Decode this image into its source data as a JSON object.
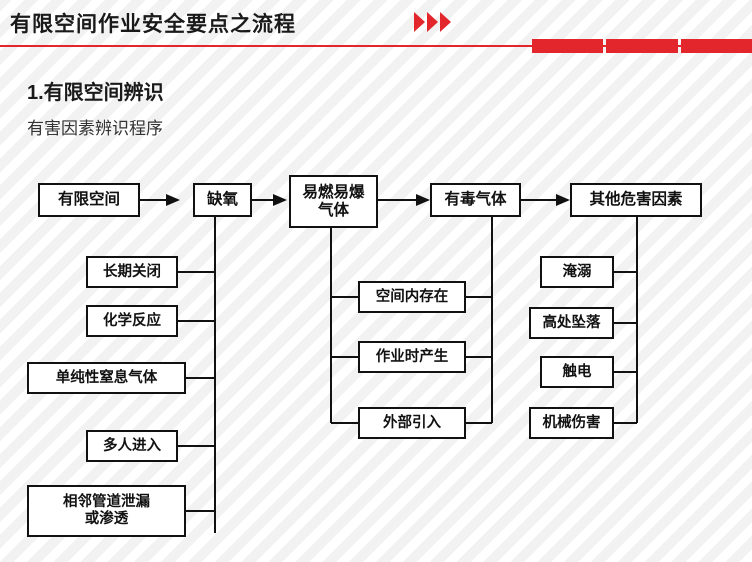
{
  "header": {
    "title": "有限空间作业安全要点之流程",
    "chevron_icon": "double-chevron-right-icon",
    "accent_color": "#e3262b"
  },
  "section": {
    "title": "1.有限空间辨识",
    "subtitle": "有害因素辨识程序"
  },
  "chart_data": {
    "type": "diagram",
    "title": "有害因素辨识程序",
    "nodes": [
      {
        "id": "n1",
        "label": "有限空间",
        "row": "top"
      },
      {
        "id": "n2",
        "label": "缺氧",
        "row": "top"
      },
      {
        "id": "n3",
        "label": "易燃易爆\n气体",
        "row": "top"
      },
      {
        "id": "n4",
        "label": "有毒气体",
        "row": "top"
      },
      {
        "id": "n5",
        "label": "其他危害因素",
        "row": "top"
      },
      {
        "id": "a1",
        "label": "长期关闭",
        "group": "缺氧"
      },
      {
        "id": "a2",
        "label": "化学反应",
        "group": "缺氧"
      },
      {
        "id": "a3",
        "label": "单纯性窒息气体",
        "group": "缺氧"
      },
      {
        "id": "a4",
        "label": "多人进入",
        "group": "缺氧"
      },
      {
        "id": "a5",
        "label": "相邻管道泄漏\n或渗透",
        "group": "缺氧"
      },
      {
        "id": "b1",
        "label": "空间内存在",
        "group": "易燃易爆气体"
      },
      {
        "id": "b2",
        "label": "作业时产生",
        "group": "易燃易爆气体"
      },
      {
        "id": "b3",
        "label": "外部引入",
        "group": "易燃易爆气体"
      },
      {
        "id": "c1",
        "label": "淹溺",
        "group": "其他危害因素"
      },
      {
        "id": "c2",
        "label": "高处坠落",
        "group": "其他危害因素"
      },
      {
        "id": "c3",
        "label": "触电",
        "group": "其他危害因素"
      },
      {
        "id": "c4",
        "label": "机械伤害",
        "group": "其他危害因素"
      }
    ],
    "edges": [
      {
        "from": "n1",
        "to": "n2",
        "type": "arrow"
      },
      {
        "from": "n2",
        "to": "n3",
        "type": "arrow"
      },
      {
        "from": "n3",
        "to": "n4",
        "type": "arrow"
      },
      {
        "from": "n4",
        "to": "n5",
        "type": "arrow"
      },
      {
        "from": "n2",
        "to": "a1",
        "type": "line"
      },
      {
        "from": "n2",
        "to": "a2",
        "type": "line"
      },
      {
        "from": "n2",
        "to": "a3",
        "type": "line"
      },
      {
        "from": "n2",
        "to": "a4",
        "type": "line"
      },
      {
        "from": "n2",
        "to": "a5",
        "type": "line"
      },
      {
        "from": "n3",
        "to": "b1",
        "type": "line"
      },
      {
        "from": "n3",
        "to": "b2",
        "type": "line"
      },
      {
        "from": "n3",
        "to": "b3",
        "type": "line"
      },
      {
        "from": "n4",
        "to": "b1",
        "type": "line"
      },
      {
        "from": "n4",
        "to": "b2",
        "type": "line"
      },
      {
        "from": "n4",
        "to": "b3",
        "type": "line"
      },
      {
        "from": "n5",
        "to": "c1",
        "type": "line"
      },
      {
        "from": "n5",
        "to": "c2",
        "type": "line"
      },
      {
        "from": "n5",
        "to": "c3",
        "type": "line"
      },
      {
        "from": "n5",
        "to": "c4",
        "type": "line"
      }
    ],
    "labels": {
      "n1": "有限空间",
      "n2": "缺氧",
      "n3_line1": "易燃易爆",
      "n3_line2": "气体",
      "n4": "有毒气体",
      "n5": "其他危害因素",
      "a1": "长期关闭",
      "a2": "化学反应",
      "a3": "单纯性窒息气体",
      "a4": "多人进入",
      "a5_line1": "相邻管道泄漏",
      "a5_line2": "或渗透",
      "b1": "空间内存在",
      "b2": "作业时产生",
      "b3": "外部引入",
      "c1": "淹溺",
      "c2": "高处坠落",
      "c3": "触电",
      "c4": "机械伤害"
    }
  }
}
